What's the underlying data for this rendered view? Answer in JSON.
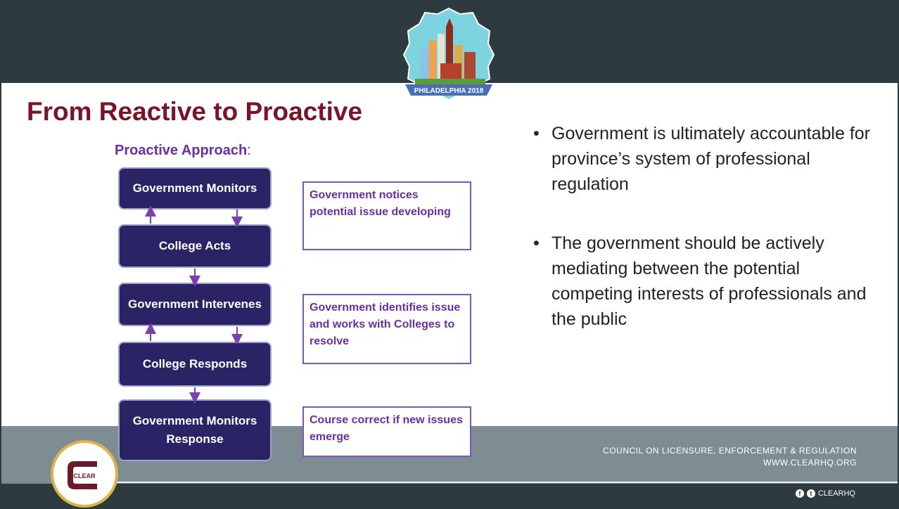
{
  "slide": {
    "title": "From Reactive to Proactive",
    "subtitle": "Proactive Approach",
    "subtitle_suffix": ":"
  },
  "badge": {
    "label": "PHILADELPHIA 2018"
  },
  "flow": {
    "boxes": [
      "Government Monitors",
      "College Acts",
      "Government Intervenes",
      "College Responds",
      "Government Monitors Response"
    ],
    "notes": [
      "Government notices potential issue developing",
      "Government identifies issue and works with Colleges to resolve",
      "Course correct if new issues emerge"
    ]
  },
  "bullets": [
    "Government is ultimately accountable for province’s system of professional regulation",
    "The government should be actively mediating between the potential competing interests of professionals and the public"
  ],
  "footer": {
    "org": "COUNCIL ON LICENSURE, ENFORCEMENT & REGULATION",
    "url": "WWW.CLEARHQ.ORG",
    "social_handle": "CLEARHQ",
    "logo_text": "CLEAR"
  },
  "colors": {
    "title": "#7a1426",
    "accent_purple": "#6b2fa0",
    "box_fill": "#2a2466",
    "header_bg": "#2d3a40",
    "footer_bg": "#7e8d94"
  }
}
